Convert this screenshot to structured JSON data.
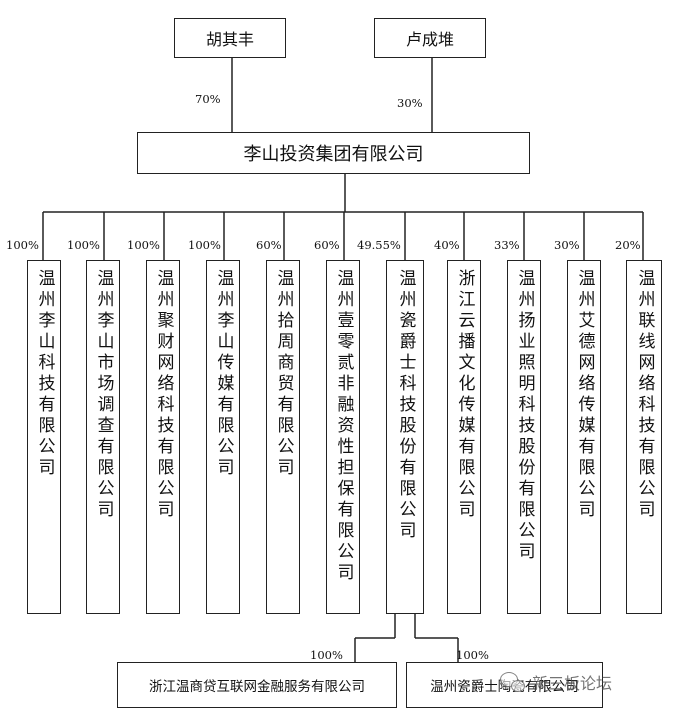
{
  "owners": [
    {
      "name": "胡其丰",
      "share": "70%"
    },
    {
      "name": "卢成堆",
      "share": "30%"
    }
  ],
  "holding": {
    "name": "李山投资集团有限公司"
  },
  "subsidiaries": [
    {
      "name": "温州李山科技有限公司",
      "share": "100%"
    },
    {
      "name": "温州李山市场调查有限公司",
      "share": "100%"
    },
    {
      "name": "温州聚财网络科技有限公司",
      "share": "100%"
    },
    {
      "name": "温州李山传媒有限公司",
      "share": "100%"
    },
    {
      "name": "温州拾周商贸有限公司",
      "share": "60%"
    },
    {
      "name": "温州壹零贰非融资性担保有限公司",
      "share": "60%"
    },
    {
      "name": "温州瓷爵士科技股份有限公司",
      "share": "49.55%"
    },
    {
      "name": "浙江云播文化传媒有限公司",
      "share": "40%"
    },
    {
      "name": "温州扬业照明科技股份有限公司",
      "share": "33%"
    },
    {
      "name": "温州艾德网络传媒有限公司",
      "share": "30%"
    },
    {
      "name": "温州联线网络科技有限公司",
      "share": "20%"
    }
  ],
  "grandchildren": [
    {
      "name": "浙江温商贷互联网金融服务有限公司",
      "share": "100%"
    },
    {
      "name": "温州瓷爵士陶瓷有限公司",
      "share": "100%"
    }
  ],
  "watermark": {
    "text": "新三板论坛",
    "icon": "wechat-icon"
  }
}
